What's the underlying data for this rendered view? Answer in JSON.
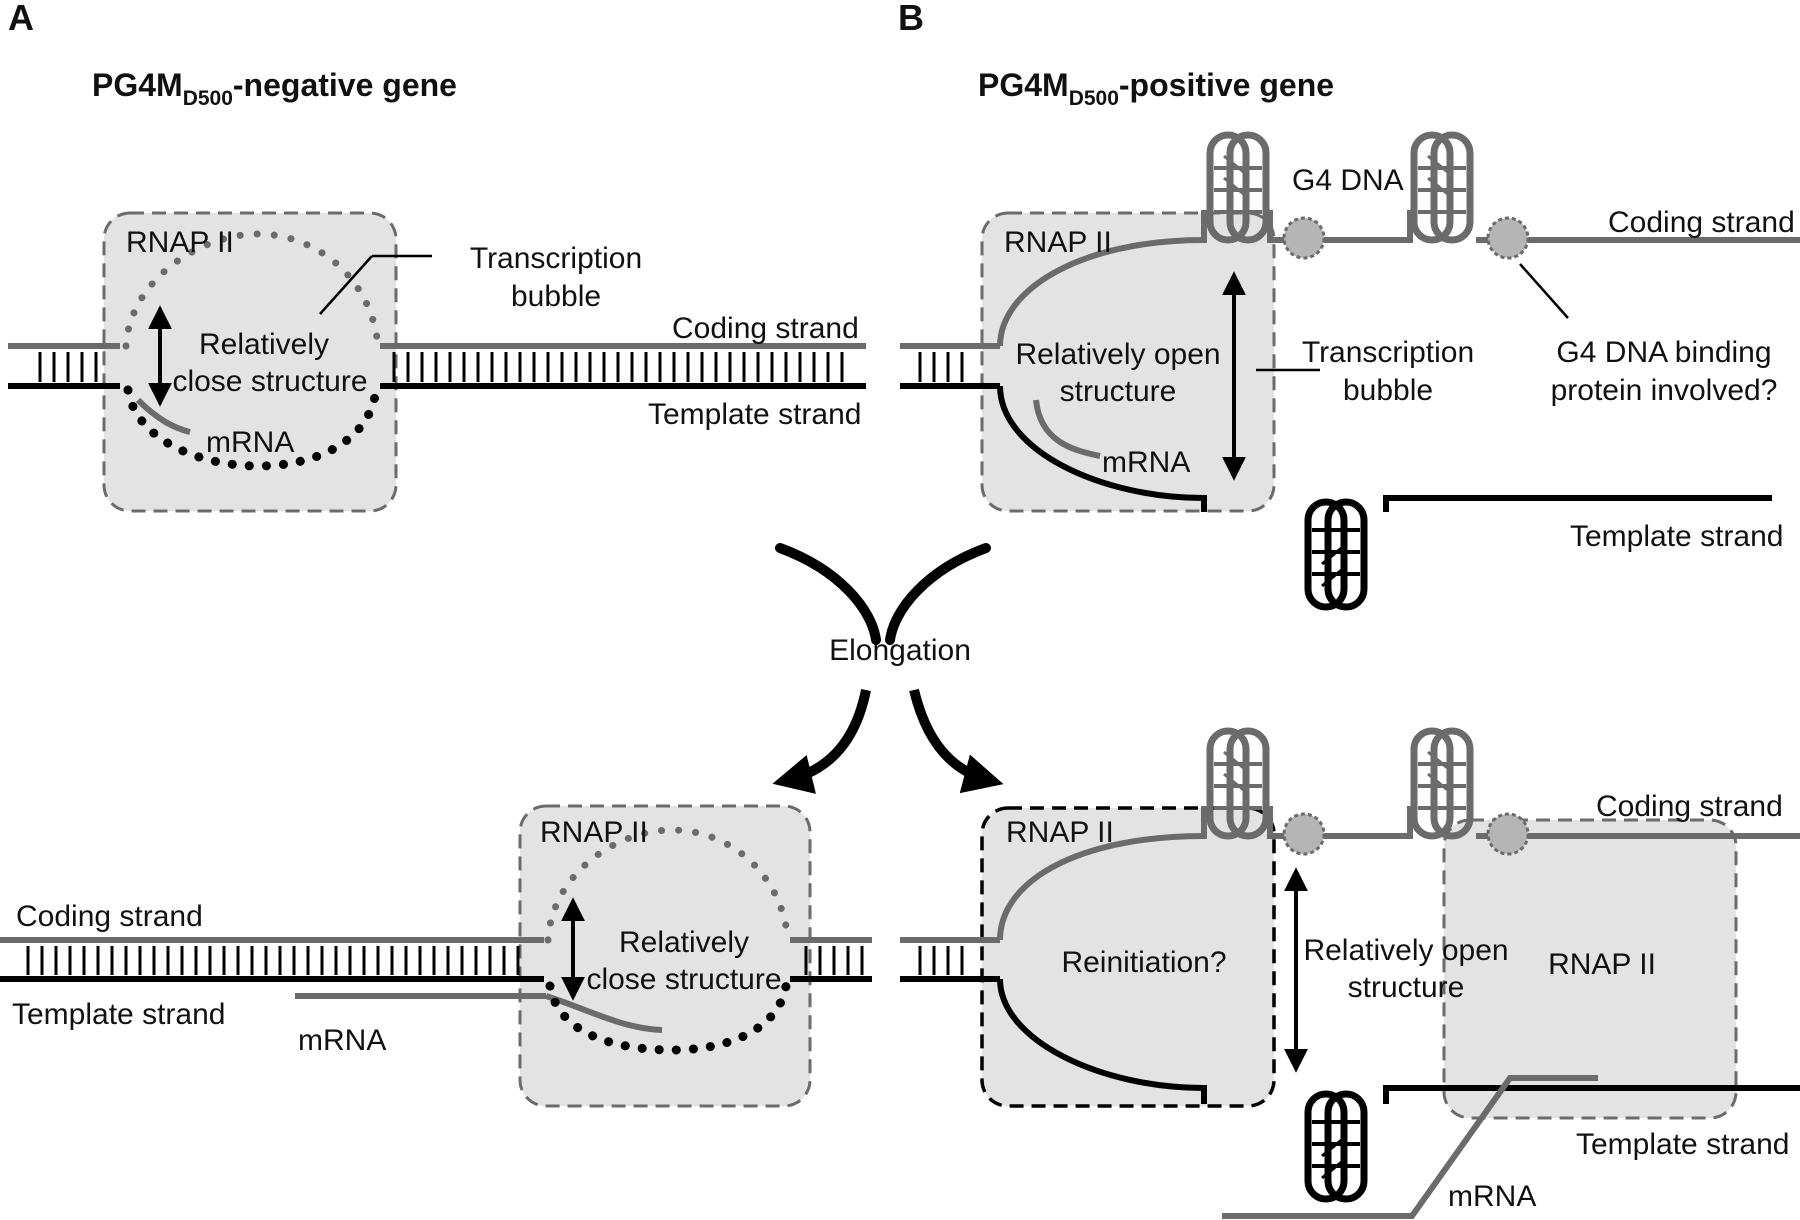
{
  "panels": {
    "a": "A",
    "b": "B"
  },
  "headings": {
    "a_prefix": "PG4M",
    "a_sub": "D500",
    "a_suffix": "-negative gene",
    "b_prefix": "PG4M",
    "b_sub": "D500",
    "b_suffix": "-positive gene"
  },
  "labels": {
    "rnap": "RNAP II",
    "transcription": "Transcription",
    "bubble": "bubble",
    "coding_strand": "Coding strand",
    "template_strand": "Template strand",
    "relatively": "Relatively",
    "close_structure": "close structure",
    "relatively_open": "Relatively open",
    "structure": "structure",
    "mrna": "mRNA",
    "g4_dna": "G4 DNA",
    "g4_binding_1": "G4 DNA binding",
    "g4_binding_2": "protein involved?",
    "elongation": "Elongation",
    "reinitiation": "Reinitiation?"
  },
  "colors": {
    "gray_strand": "#6b6b6b",
    "black_strand": "#000000",
    "box_fill": "#e3e3e3",
    "box_border": "#6b6b6b",
    "protein_fill": "#b5b5b5"
  }
}
